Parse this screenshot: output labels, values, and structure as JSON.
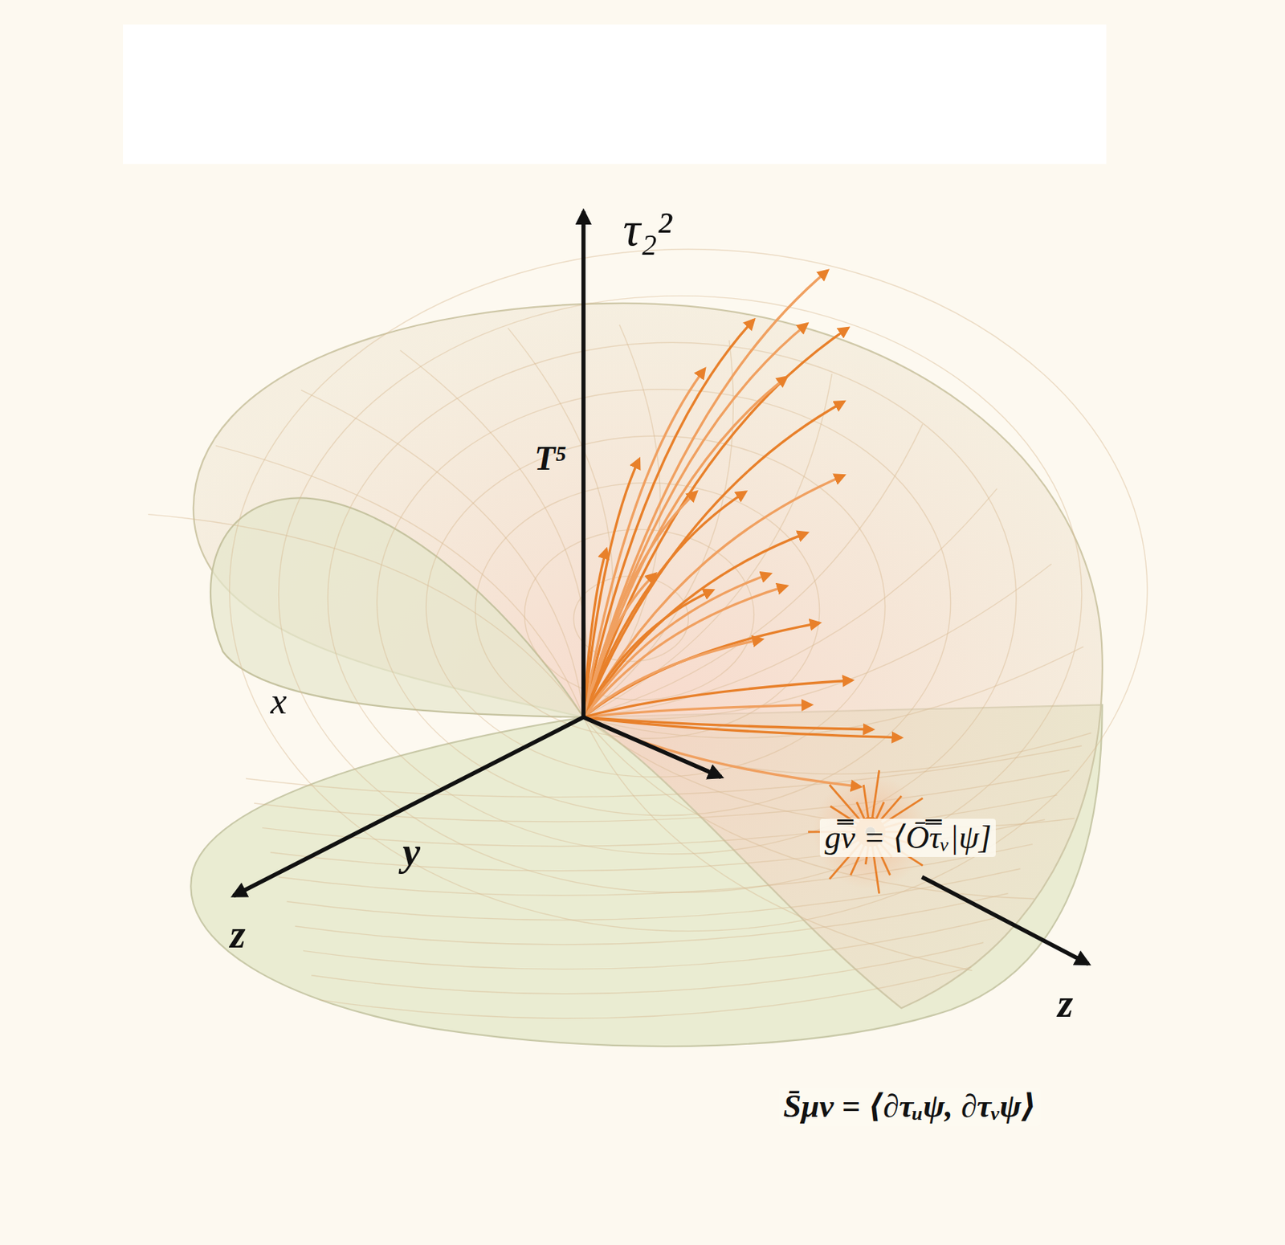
{
  "diagram": {
    "labels": [
      "τ₂²",
      "T⁵",
      "x",
      "y",
      "z",
      "z",
      "g̿ν = ⟨Ō̿τᵥ|ψ]",
      "S̄μν = ⟨∂τᵤψ, ∂τᵥψ⟩"
    ]
  }
}
